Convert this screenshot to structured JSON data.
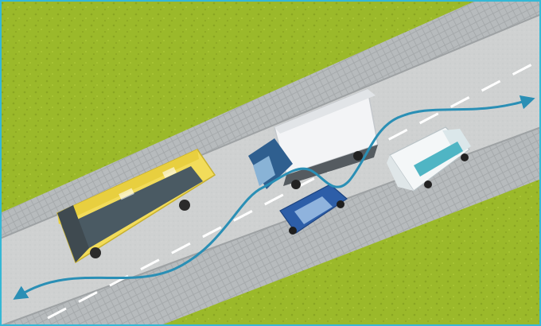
{
  "scene": {
    "colors": {
      "frame": "#35b8d6",
      "grass": "#9bb92a",
      "road": "#cfd1d1",
      "curb": "#b9bdbf",
      "lane_marking": "#ffffff",
      "maneuver_path": "#2a8fb5",
      "bus_body": "#f2dc5a",
      "truck_cab": "#2f5f8f",
      "truck_box": "#f3f4f6",
      "car_body": "#2d5ea8",
      "van_body": "#f4f7f8",
      "van_stripe": "#4fb5c4"
    },
    "vehicles": [
      {
        "name": "bus",
        "icon": "bus-icon"
      },
      {
        "name": "truck",
        "icon": "truck-icon"
      },
      {
        "name": "car",
        "icon": "car-icon"
      },
      {
        "name": "van",
        "icon": "van-icon"
      }
    ],
    "path": {
      "description_icon": "curved-arrow-icon"
    }
  }
}
